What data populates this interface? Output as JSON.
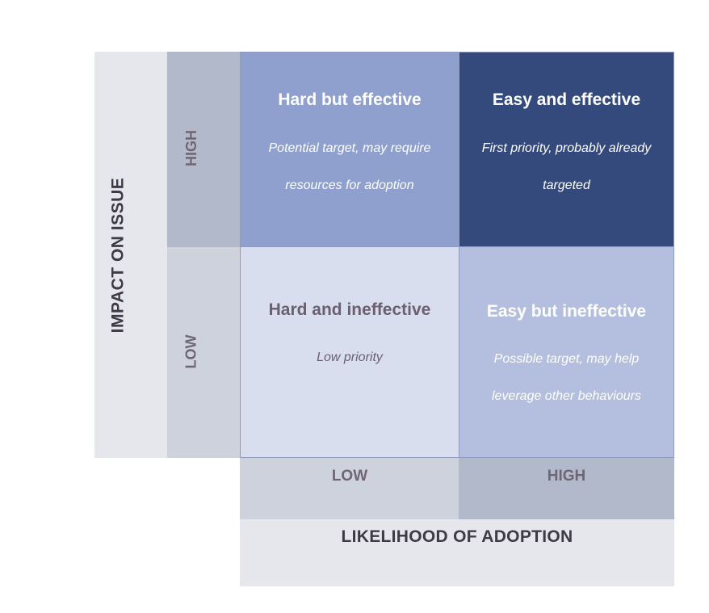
{
  "axes": {
    "y_title": "IMPACT ON ISSUE",
    "x_title": "LIKELIHOOD OF ADOPTION",
    "y_levels": {
      "high": "HIGH",
      "low": "LOW"
    },
    "x_levels": {
      "low": "LOW",
      "high": "HIGH"
    }
  },
  "quadrants": {
    "hard_effective": {
      "title": "Hard but effective",
      "desc_line1": "Potential target, may require",
      "desc_line2": "resources for adoption"
    },
    "easy_effective": {
      "title": "Easy and effective",
      "desc_line1": "First priority, probably already",
      "desc_line2": "targeted"
    },
    "hard_ineffective": {
      "title": "Hard and ineffective",
      "desc_line1": "Low priority"
    },
    "easy_ineffective": {
      "title": "Easy but ineffective",
      "desc_line1": "Possible target, may help",
      "desc_line2": "leverage other behaviours"
    }
  },
  "colors": {
    "hard_effective": "#8fa0ce",
    "easy_effective": "#354a7c",
    "hard_ineffective": "#d9deee",
    "easy_ineffective": "#b4bfdf",
    "axis_band": "#e5e7ec",
    "level_band_dark": "#b2b9ca",
    "level_band_light": "#cdd2dc"
  }
}
